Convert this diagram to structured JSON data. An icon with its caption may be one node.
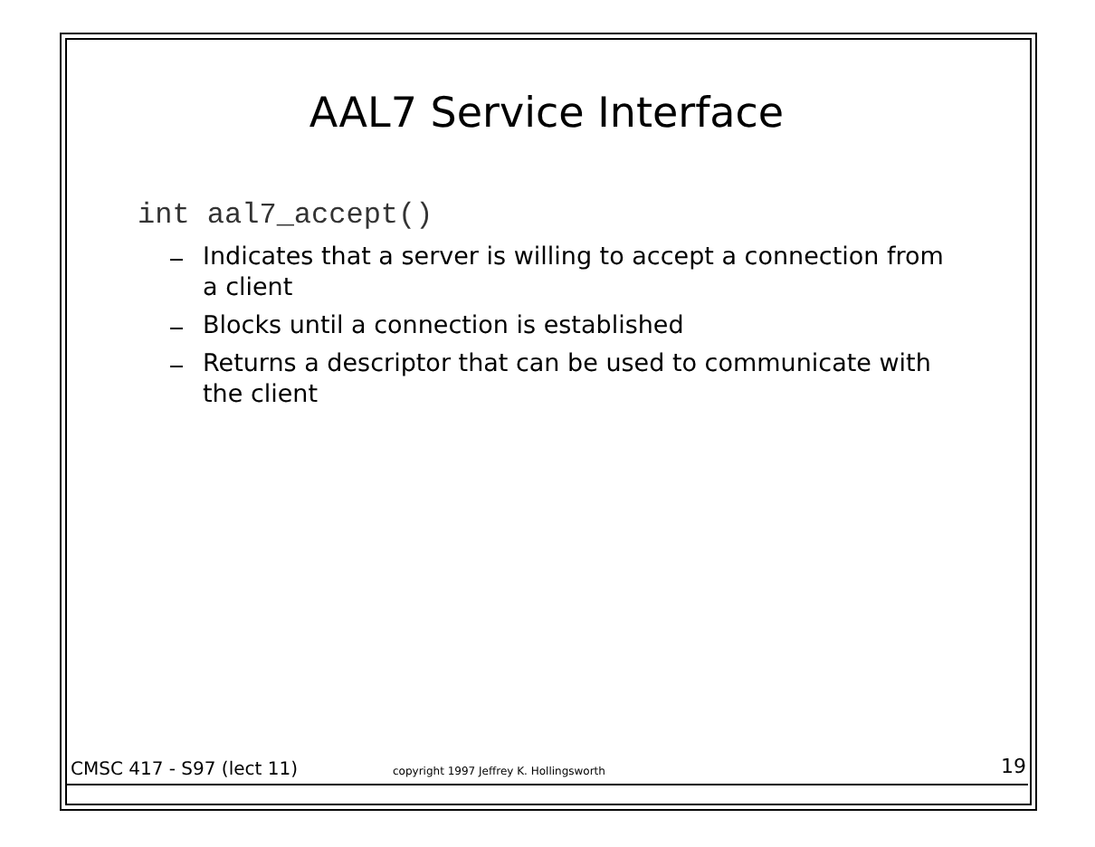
{
  "diagram": {
    "title": "AAL7 Service Interface",
    "labels": [
      "int aal7_accept()",
      "Indicates that a server is willing to accept a connection from a client",
      "Blocks until a connection is established",
      "Returns a descriptor that can be used to communicate with the client",
      "CMSC 417 - S97 (lect 11)",
      "copyright 1997 Jeffrey K. Hollingsworth",
      "19"
    ]
  }
}
